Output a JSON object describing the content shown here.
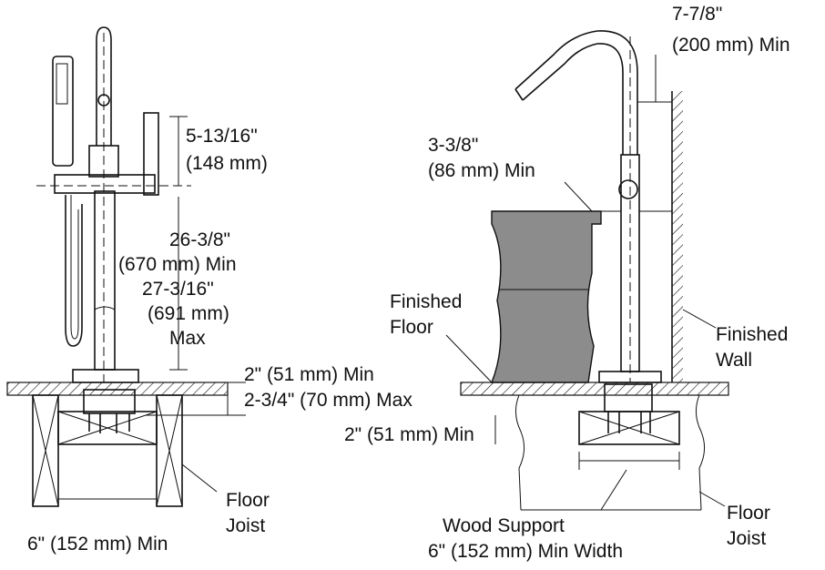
{
  "left_view": {
    "spacing_label": [
      "5-13/16\"",
      "(148 mm)"
    ],
    "height_label": [
      "26-3/8\"",
      "(670 mm) Min",
      "27-3/16\"",
      "(691 mm)",
      "Max"
    ],
    "floor_depth_min": "2\" (51 mm) Min",
    "floor_depth_max": "2-3/4\" (70 mm) Max",
    "joist_spacing": "6\" (152 mm) Min",
    "floor_joist": [
      "Floor",
      "Joist"
    ]
  },
  "right_view": {
    "wall_clearance": [
      "7-7/8\"",
      "(200 mm) Min"
    ],
    "tub_clearance": [
      "3-3/8\"",
      "(86 mm) Min"
    ],
    "finished_floor": [
      "Finished",
      "Floor"
    ],
    "finished_wall": [
      "Finished",
      "Wall"
    ],
    "support_depth": "2\" (51 mm) Min",
    "floor_joist": [
      "Floor",
      "Joist"
    ],
    "wood_support": [
      "Wood Support",
      "6\" (152 mm) Min Width"
    ]
  },
  "colors": {
    "line": "#111111",
    "tub_fill": "#8c8c8c",
    "background": "#ffffff"
  }
}
